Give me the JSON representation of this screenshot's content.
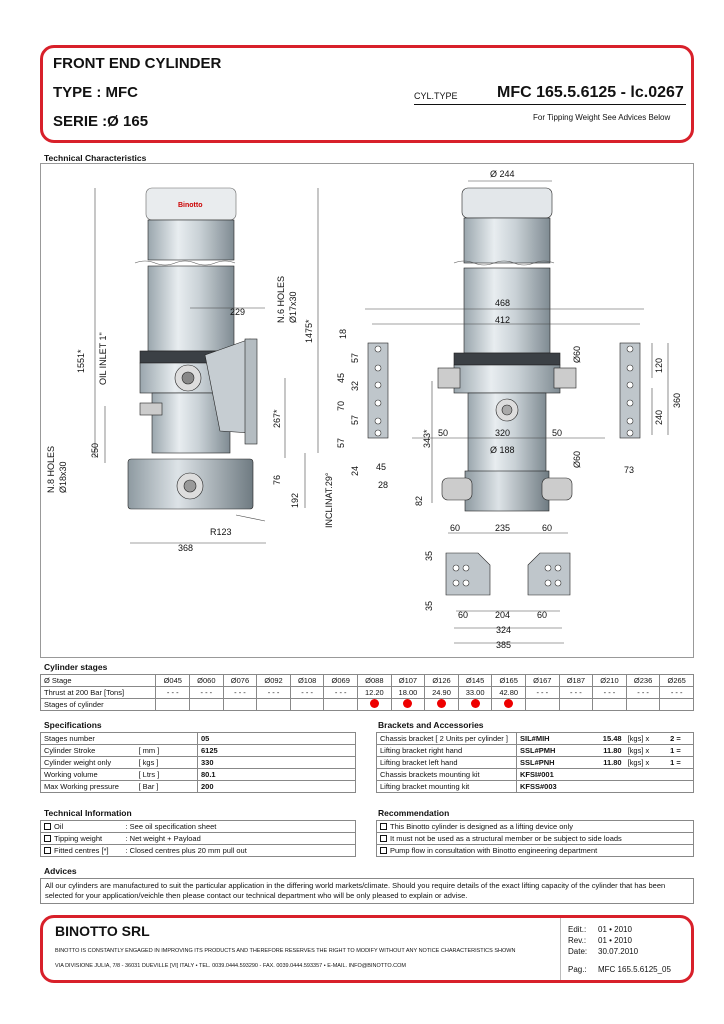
{
  "header": {
    "title": "FRONT END CYLINDER",
    "type": "TYPE  : MFC",
    "serie": "SERIE  :Ø 165",
    "cyl_type_label": "CYL.TYPE",
    "cyl_type_value": "MFC 165.5.6125 - lc.0267",
    "tipping_note": "For Tipping Weight See Advices Below"
  },
  "technical_characteristics": {
    "title": "Technical Characteristics",
    "brand_label": "Binotto",
    "dims": {
      "d244": "Ø 244",
      "d1551": "1551*",
      "d1475": "1475*",
      "oil": "OIL INLET 1\"",
      "n6": "N.6 HOLES",
      "d17": "Ø17x30",
      "d229": "229",
      "d250": "250",
      "n8": "N.8 HOLES",
      "d18": "Ø18x30",
      "d267": "267*",
      "d76": "76",
      "d192": "192",
      "incl": "INCLINAT.29°",
      "r123": "R123",
      "d368": "368",
      "d18v": "18",
      "d57a": "57",
      "d45a": "45",
      "d32": "32",
      "d70": "70",
      "d57b": "57",
      "d57c": "57",
      "d24": "24",
      "d45b": "45",
      "d28": "28",
      "d343": "343*",
      "d468": "468",
      "d412": "412",
      "d60a": "Ø60",
      "d120": "120",
      "d240": "240",
      "d360": "360",
      "d50a": "50",
      "d320": "320",
      "d50b": "50",
      "d188": "Ø 188",
      "d60b": "Ø60",
      "d73": "73",
      "d82": "82",
      "d60c": "60",
      "d235": "235",
      "d60d": "60",
      "d35a": "35",
      "d35b": "35",
      "d60e": "60",
      "d204": "204",
      "d60f": "60",
      "d324": "324",
      "d385": "385"
    }
  },
  "stages": {
    "title": "Cylinder stages",
    "row1_label": "Ø Stage",
    "row2_label": "Thrust at 200 Bar [Tons]",
    "row3_label": "Stages of cylinder",
    "columns": [
      "Ø045",
      "Ø060",
      "Ø076",
      "Ø092",
      "Ø108",
      "Ø069",
      "Ø088",
      "Ø107",
      "Ø126",
      "Ø145",
      "Ø165",
      "Ø167",
      "Ø187",
      "Ø210",
      "Ø236",
      "Ø265"
    ],
    "thrust": [
      "- - -",
      "- - -",
      "- - -",
      "- - -",
      "- - -",
      "- - -",
      "12.20",
      "18.00",
      "24.90",
      "33.00",
      "42.80",
      "- - -",
      "- - -",
      "- - -",
      "- - -",
      "- - -"
    ],
    "active": [
      false,
      false,
      false,
      false,
      false,
      false,
      true,
      true,
      true,
      true,
      true,
      false,
      false,
      false,
      false,
      false
    ]
  },
  "specifications": {
    "title": "Specifications",
    "rows": [
      {
        "label": "Stages number",
        "unit": "",
        "value": "05"
      },
      {
        "label": "Cylinder Stroke",
        "unit": "[ mm ]",
        "value": "6125"
      },
      {
        "label": "Cylinder weight only",
        "unit": "[ kgs ]",
        "value": "330"
      },
      {
        "label": "Working volume",
        "unit": "[ Ltrs ]",
        "value": "80.1"
      },
      {
        "label": "Max Working pressure",
        "unit": "[ Bar ]",
        "value": "200"
      }
    ]
  },
  "brackets": {
    "title": "Brackets and Accessories",
    "rows": [
      {
        "label": "Chassis bracket [ 2 Units per cylinder ]",
        "code": "SIL#MIH",
        "weight": "15.48",
        "unit": "[kgs] x",
        "qty": "2 ="
      },
      {
        "label": "Lifting bracket right hand",
        "code": "SSL#PMH",
        "weight": "11.80",
        "unit": "[kgs] x",
        "qty": "1 ="
      },
      {
        "label": "Lifting bracket left hand",
        "code": "SSL#PNH",
        "weight": "11.80",
        "unit": "[kgs] x",
        "qty": "1 ="
      },
      {
        "label": "Chassis brackets mounting kit",
        "code": "KFSI#001",
        "weight": "",
        "unit": "",
        "qty": ""
      },
      {
        "label": "Lifting bracket mounting kit",
        "code": "KFSS#003",
        "weight": "",
        "unit": "",
        "qty": ""
      }
    ]
  },
  "technical_information": {
    "title": "Technical Information",
    "rows": [
      {
        "label": "Oil",
        "value": ": See oil specification sheet"
      },
      {
        "label": "Tipping weight",
        "value": ": Net weight + Payload"
      },
      {
        "label": "Fitted centres [*]",
        "value": ": Closed centres plus 20 mm pull out"
      }
    ]
  },
  "recommendation": {
    "title": "Recommendation",
    "rows": [
      "This Binotto cylinder is designed as a lifting device only",
      "It must not be used as a structural member or be subject to side loads",
      "Pump flow in consultation with Binotto engineering department"
    ]
  },
  "advices": {
    "title": "Advices",
    "text": "All our cylinders are manufactured to suit the particular application in the differing world markets/climate. Should you require details of the exact lifting capacity of the cylinder that has been selected for your application/veichle then please contact our technical department who will be only pleased to explain or advise."
  },
  "footer": {
    "company": "BINOTTO SRL",
    "notice": "BINOTTO IS CONSTANTLY ENGAGED IN IMPROVING ITS PRODUCTS AND THEREFORE RESERVES THE RIGHT TO MODIFY WITHOUT ANY NOTICE CHARACTERISTICS SHOWN",
    "address": "VIA DIVISIONE JULIA, 7/8 - 36031 DUEVILLE [VI] ITALY • TEL. 0039.0444.593290 - FAX. 0039.0444.593357 • E-MAIL. INFO@BINOTTO.COM",
    "edit_label": "Edit.:",
    "edit_value": "01 • 2010",
    "rev_label": "Rev.:",
    "rev_value": "01 • 2010",
    "date_label": "Date:",
    "date_value": "30.07.2010",
    "pag_label": "Pag.:",
    "pag_value": "MFC 165.5.6125_05"
  }
}
